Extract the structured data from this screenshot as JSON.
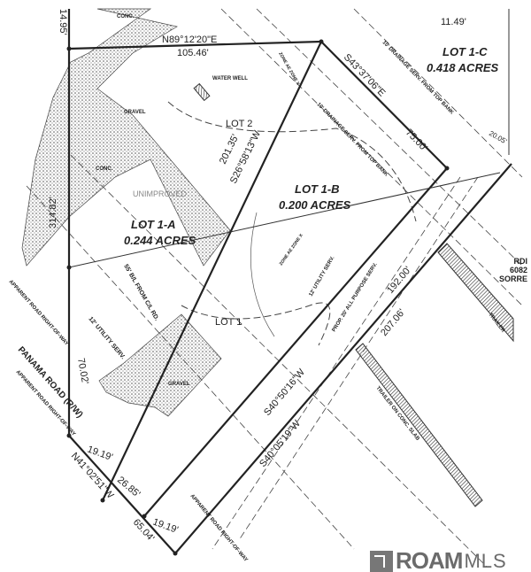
{
  "lots": [
    {
      "name": "LOT 1-A",
      "area": "0.244 ACRES"
    },
    {
      "name": "LOT 1-B",
      "area": "0.200 ACRES"
    },
    {
      "name": "LOT 1-C",
      "area": "0.418 ACRES"
    }
  ],
  "old_lots": {
    "lot2": "LOT 2",
    "lot1": "LOT 1"
  },
  "bearings": {
    "top": "N89°12'20\"E",
    "top_dist": "105.46'",
    "ne": "S43°37'06\"E",
    "ne_dist": "75.00'",
    "mid": "S26°58'13\"W",
    "mid_dist": "201.35'",
    "inner_se": "S40°50'16\"W",
    "inner_se_dist": "192.00'",
    "outer_se": "S40°05'19\"W",
    "outer_se_dist": "207.06'",
    "sw": "N41°02'51\"W",
    "sw_dist": "65.04'",
    "left_dist": "314.82'",
    "left_top": "14.95'",
    "left_bottom": "70.02'",
    "seg1": "19.19'",
    "seg2": "26.85'",
    "seg3": "19.19'",
    "top_right": "11.49'",
    "right_small": "20.05'"
  },
  "notes": {
    "water_well": "WATER WELL",
    "gravel": "GRAVEL",
    "conc": "CONC.",
    "unimproved": "UNIMPROVED",
    "drainage": "10' DRAINAGE SERV. FROM TOP BANK",
    "utility": "12' UTILITY SERV.",
    "purpose": "PROP. 20' ALL PURPOSE SERV.",
    "setback": "55' B/L FROM C/L RD.",
    "zone": "ZONE AE ZONE X",
    "road": "PANAMA ROAD (R/W)",
    "apparent": "APPARENT ROAD RIGHT-OF-WAY",
    "trailer": "TRAILER ON CONC. SLAB",
    "trailer2": "TRAILER",
    "adjacent": "RDI 6082 SORRE"
  },
  "watermark": {
    "brand": "ROAM",
    "suffix": "MLS"
  }
}
